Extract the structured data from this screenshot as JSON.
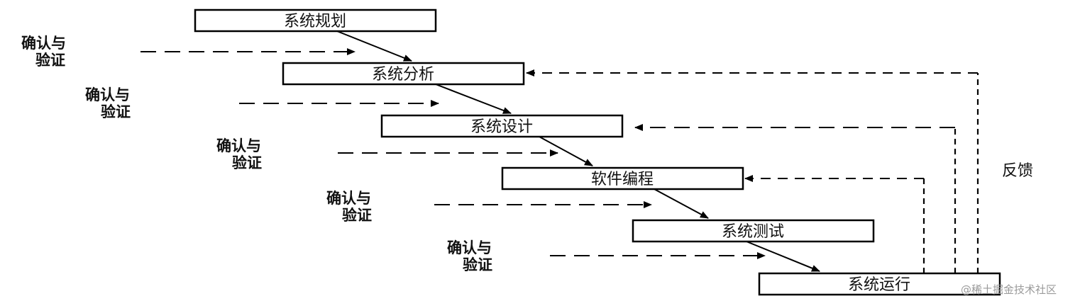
{
  "stages": [
    {
      "label": "系统规划"
    },
    {
      "label": "系统分析"
    },
    {
      "label": "系统设计"
    },
    {
      "label": "软件编程"
    },
    {
      "label": "系统测试"
    },
    {
      "label": "系统运行"
    }
  ],
  "verify": [
    {
      "line1": "确认与",
      "line2": "验证"
    },
    {
      "line1": "确认与",
      "line2": "验证"
    },
    {
      "line1": "确认与",
      "line2": "验证"
    },
    {
      "line1": "确认与",
      "line2": "验证"
    },
    {
      "line1": "确认与",
      "line2": "验证"
    }
  ],
  "feedback": {
    "label": "反馈"
  },
  "watermark": {
    "text": "@稀土掘金技术社区"
  }
}
